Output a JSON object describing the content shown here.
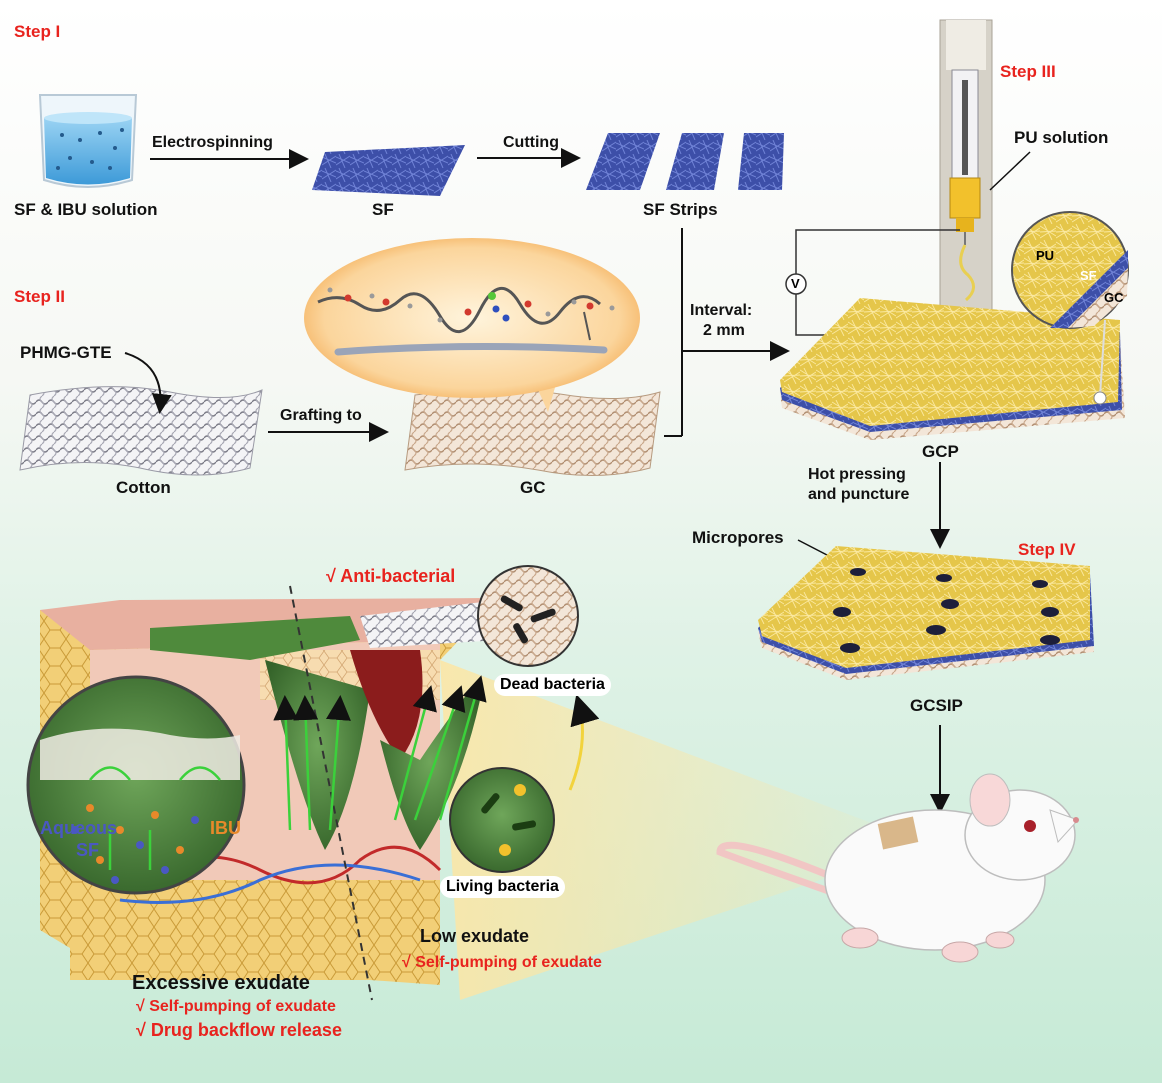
{
  "steps": {
    "step1": "Step I",
    "step2": "Step II",
    "step3": "Step III",
    "step4": "Step IV"
  },
  "stage1": {
    "beaker_label": "SF & IBU solution",
    "arrow1": "Electrospinning",
    "sf_label": "SF",
    "arrow2": "Cutting",
    "strips_label": "SF Strips"
  },
  "stage2": {
    "reagent_label": "PHMG-GTE",
    "cotton_label": "Cotton",
    "arrow": "Grafting to",
    "gc_label": "GC",
    "interval_line1": "Interval:",
    "interval_line2": "2 mm"
  },
  "stage3": {
    "pu_label": "PU solution",
    "voltage_symbol": "V",
    "inset_pu": "PU",
    "inset_sf": "SF",
    "inset_gc": "GC",
    "gcp_label": "GCP",
    "arrow_line1": "Hot pressing",
    "arrow_line2": "and puncture"
  },
  "stage4": {
    "micropores_label": "Micropores",
    "gcsip_label": "GCSIP"
  },
  "wound": {
    "anti_bacterial": "√ Anti-bacterial",
    "dead_bacteria": "Dead bacteria",
    "living_bacteria": "Living bacteria",
    "aqueous": "Aqueous",
    "sf": "SF",
    "ibu": "IBU",
    "excessive": "Excessive exudate",
    "excessive_b1": "√ Self-pumping of exudate",
    "excessive_b2": "√ Drug  backflow release",
    "low": "Low exudate",
    "low_b1": "√ Self-pumping of exudate"
  },
  "colors": {
    "step_red": "#e8231e",
    "sf_blue": "#3b4fa6",
    "pu_yellow": "#e9cf52",
    "cotton": "#e8d7c4",
    "exudate_green": "#4f8a3c",
    "aqueous_blue": "#4a58c2",
    "ibu_orange": "#e8892a"
  }
}
